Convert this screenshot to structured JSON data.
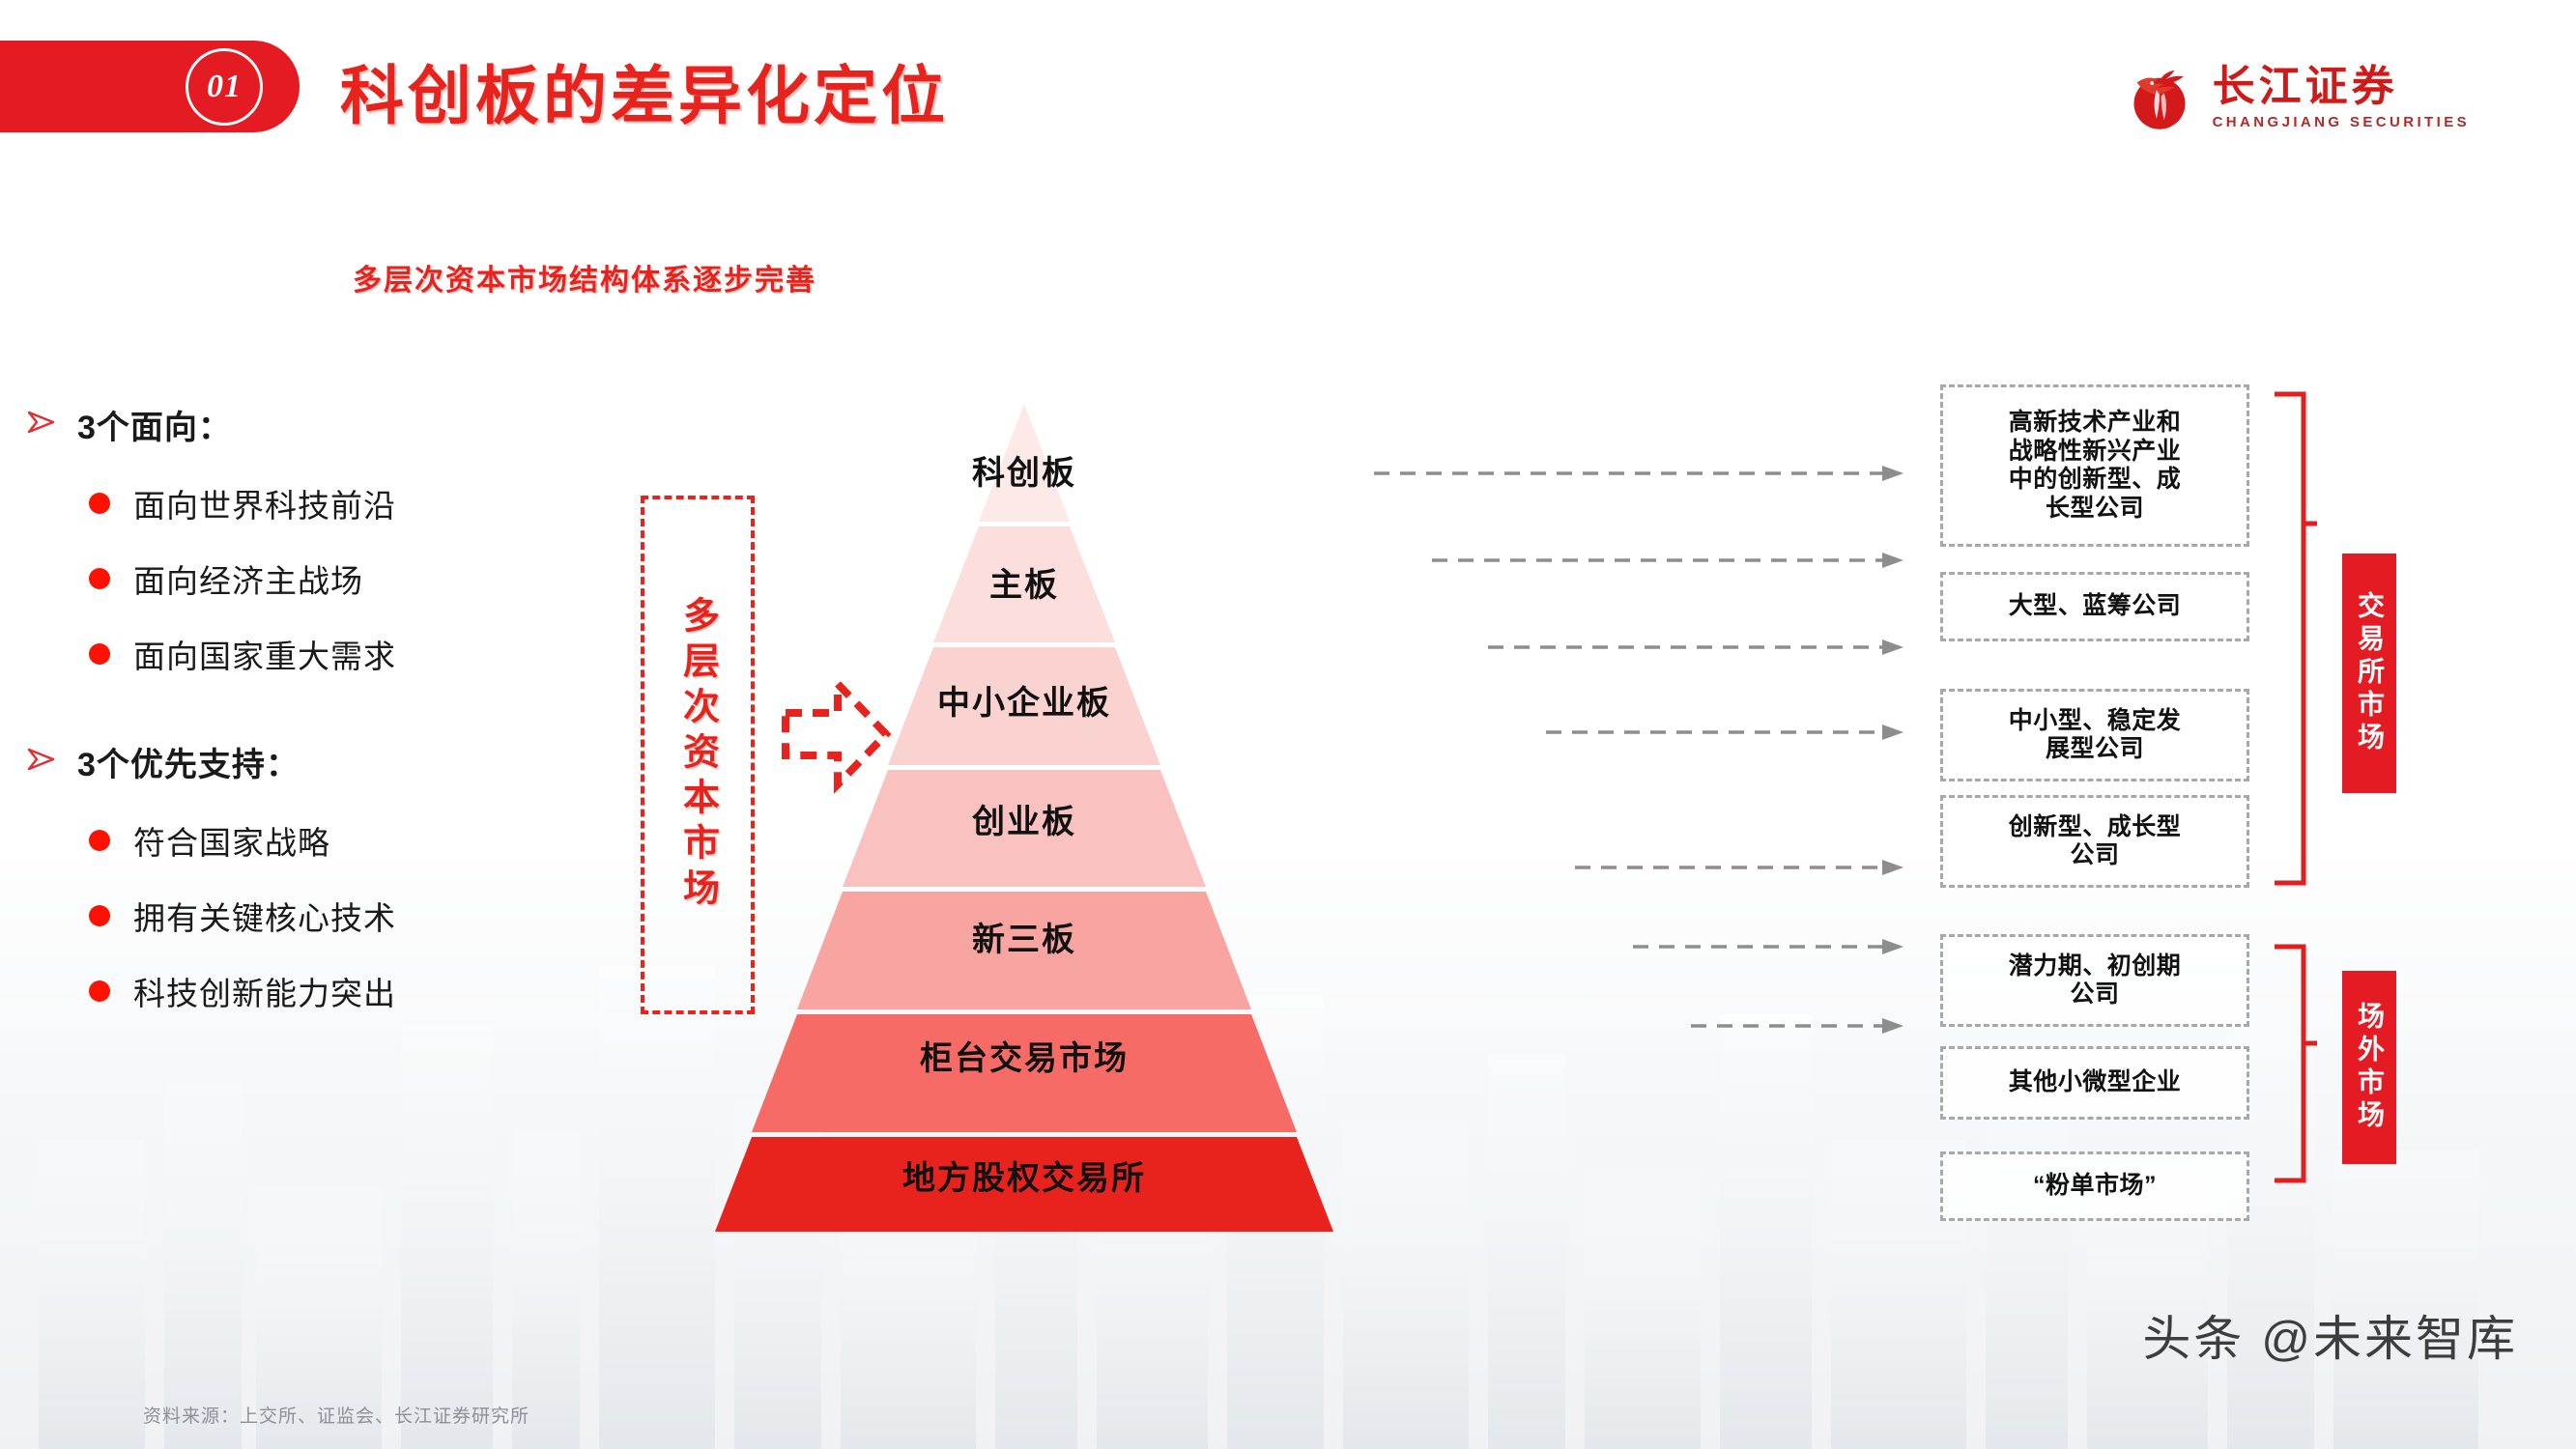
{
  "header": {
    "section_number": "01",
    "title": "科创板的差异化定位",
    "subtitle": "多层次资本市场结构体系逐步完善",
    "logo_cn": "长江证券",
    "logo_en": "CHANGJIANG SECURITIES",
    "logo_icon": "dragon-phoenix-icon"
  },
  "left_panel": {
    "groups": [
      {
        "title": "3个面向：",
        "bullet_icon": "chevron-right-icon",
        "items": [
          "面向世界科技前沿",
          "面向经济主战场",
          "面向国家重大需求"
        ]
      },
      {
        "title": "3个优先支持：",
        "bullet_icon": "chevron-right-icon",
        "items": [
          "符合国家战略",
          "拥有关键核心技术",
          "科技创新能力突出"
        ]
      }
    ]
  },
  "ladder_callout": {
    "label": "多层次资本市场",
    "arrow_icon": "dashed-arrow-right-icon"
  },
  "chart_data": {
    "type": "pyramid",
    "title": "多层次资本市场结构体系",
    "tiers": [
      {
        "label": "科创板",
        "color": "#fde9e8",
        "descriptor": "高新技术产业和战略性新兴产业中的创新型、成长型公司",
        "market": "交易所市场"
      },
      {
        "label": "主板",
        "color": "#fcdedd",
        "descriptor": "大型、蓝筹公司",
        "market": "交易所市场"
      },
      {
        "label": "中小企业板",
        "color": "#fad3d1",
        "descriptor": "中小型、稳定发展型公司",
        "market": "交易所市场"
      },
      {
        "label": "创业板",
        "color": "#f9c2c0",
        "descriptor": "创新型、成长型公司",
        "market": "交易所市场"
      },
      {
        "label": "新三板",
        "color": "#f8a5a2",
        "descriptor": "潜力期、初创期公司",
        "market": "场外市场"
      },
      {
        "label": "柜台交易市场",
        "color": "#f76b66",
        "descriptor": "其他小微型企业",
        "market": "场外市场"
      },
      {
        "label": "地方股权交易所",
        "color": "#e8231d",
        "descriptor": "“粉单市场”",
        "market": "场外市场"
      }
    ]
  },
  "descriptors": [
    "高新技术产业和\n战略性新兴产业\n中的创新型、成\n长型公司",
    "大型、蓝筹公司",
    "中小型、稳定发\n展型公司",
    "创新型、成长型\n公司",
    "潜力期、初创期\n公司",
    "其他小微型企业",
    "“粉单市场”"
  ],
  "market_tags": [
    {
      "label": "交易所市场"
    },
    {
      "label": "场外市场"
    }
  ],
  "footer": {
    "source": "资料来源：上交所、证监会、长江证券研究所",
    "watermark": "头条 @未来智库"
  },
  "colors": {
    "brand_red": "#e51b23",
    "title_red": "#e8231d",
    "bullet_red": "#fb1202",
    "dashed_gray": "#a8a8a8",
    "text_dark": "#111111",
    "source_gray": "#8b9098"
  }
}
